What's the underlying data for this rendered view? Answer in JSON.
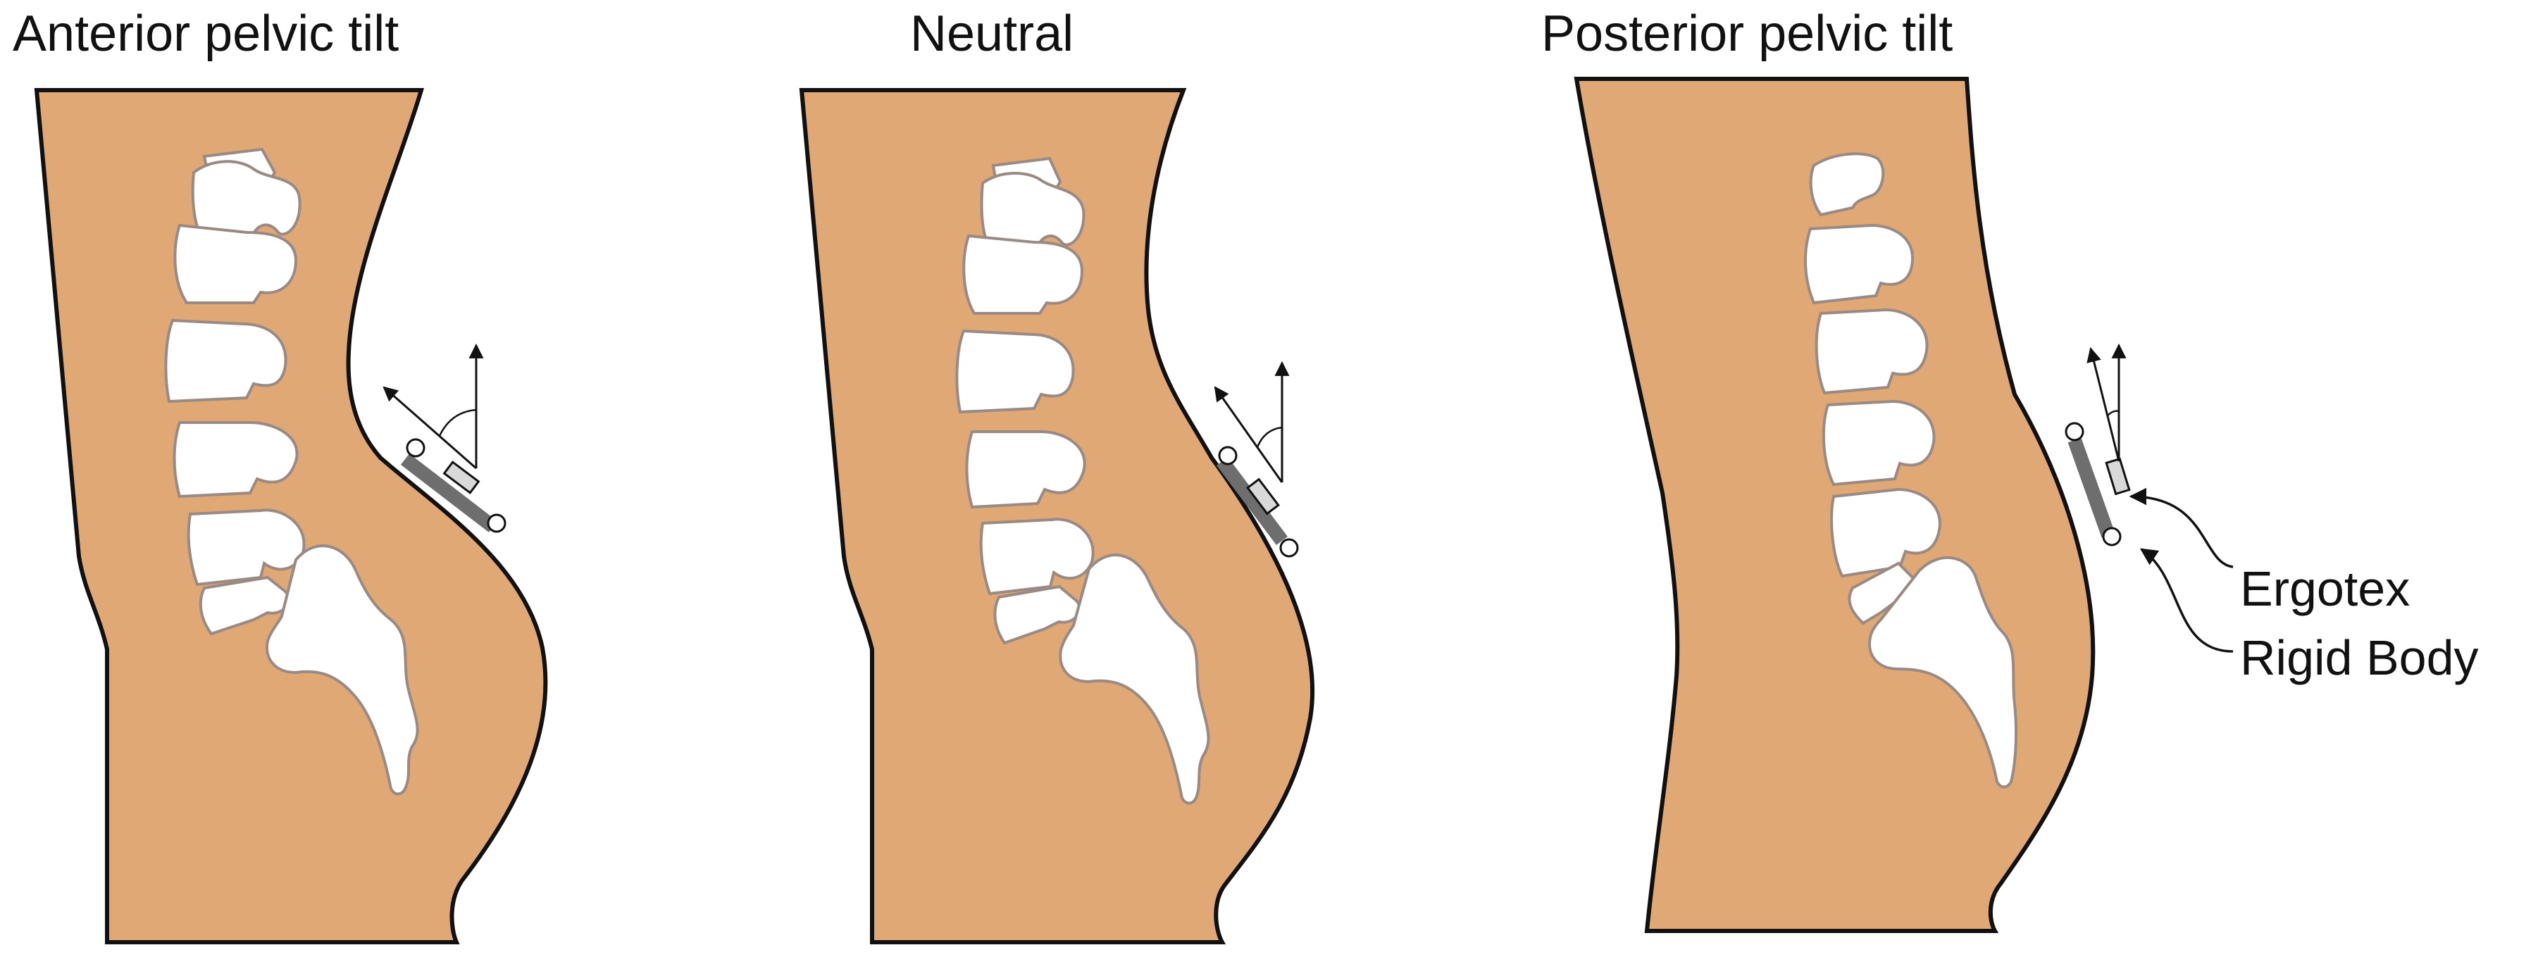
{
  "panels": [
    {
      "title": "Anterior pelvic tilt"
    },
    {
      "title": "Neutral"
    },
    {
      "title": "Posterior pelvic tilt"
    }
  ],
  "annotations": {
    "ergotex": "Ergotex",
    "rigid_body": "Rigid Body"
  },
  "colors": {
    "skin": "#DFA875",
    "outline": "#111111",
    "bone_fill": "#FFFFFF",
    "bone_stroke": "#9A8A84",
    "sensor": "#6E6E6E"
  }
}
